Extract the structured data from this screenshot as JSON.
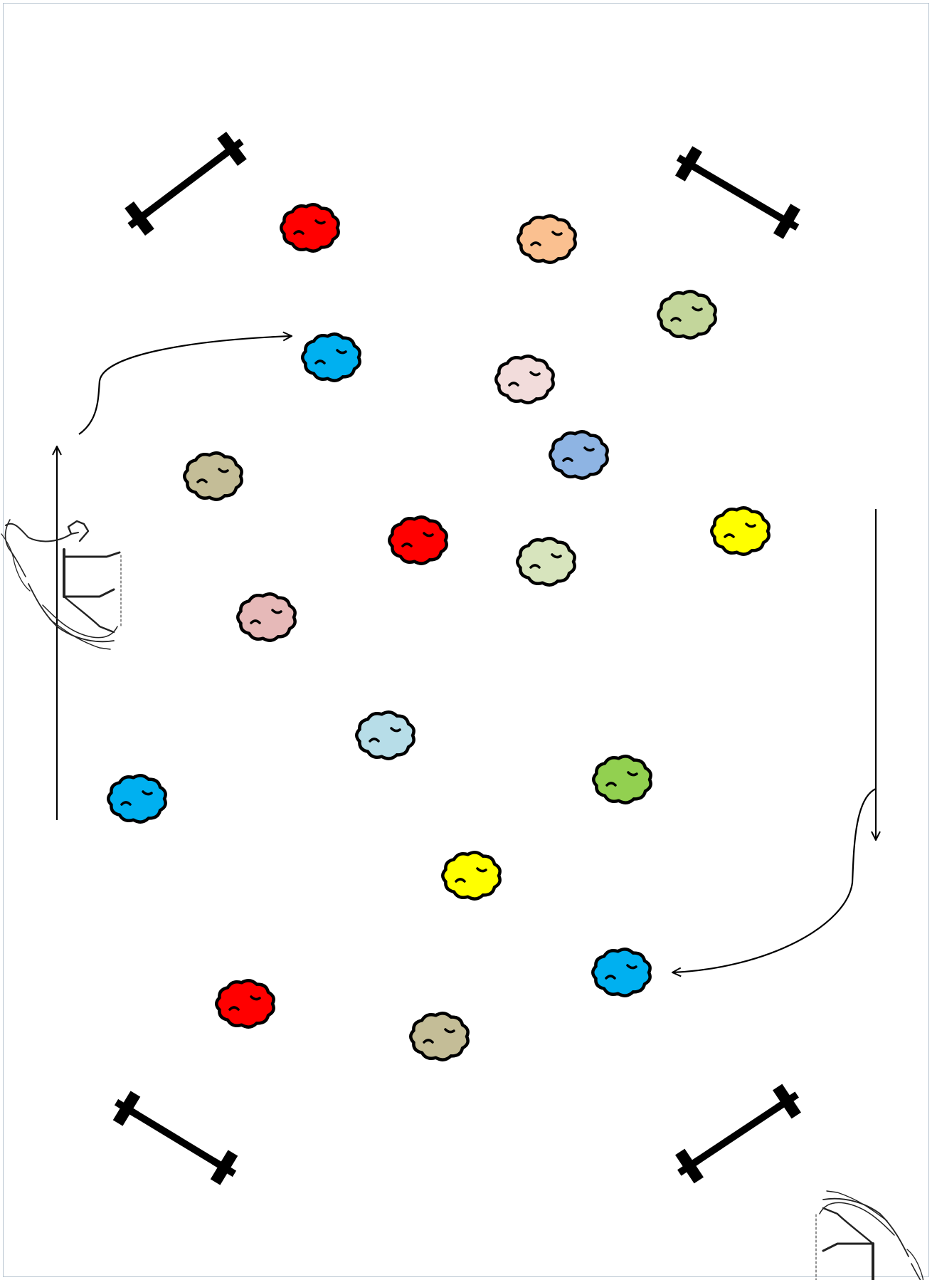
{
  "diagram": {
    "markers": [
      {
        "color": "#ff0000"
      },
      {
        "color": "#fac090"
      },
      {
        "color": "#c3d69b"
      },
      {
        "color": "#00b0f0"
      },
      {
        "color": "#f2dcdb"
      },
      {
        "color": "#8eb4e3"
      },
      {
        "color": "#c4bd97"
      },
      {
        "color": "#ff0000"
      },
      {
        "color": "#d7e4bd"
      },
      {
        "color": "#ffff00"
      },
      {
        "color": "#e6b9b8"
      },
      {
        "color": "#b7dde8"
      },
      {
        "color": "#00b0f0"
      },
      {
        "color": "#92d050"
      },
      {
        "color": "#ffff00"
      },
      {
        "color": "#00b0f0"
      },
      {
        "color": "#ff0000"
      },
      {
        "color": "#c4bd97"
      }
    ],
    "poles": [
      "ground-pole",
      "ground-pole",
      "ground-pole",
      "ground-pole"
    ],
    "horses": [
      "horse-icon",
      "horse-icon"
    ],
    "arrows": [
      "straight-arrow",
      "curved-arrow",
      "straight-arrow",
      "curved-arrow"
    ]
  }
}
